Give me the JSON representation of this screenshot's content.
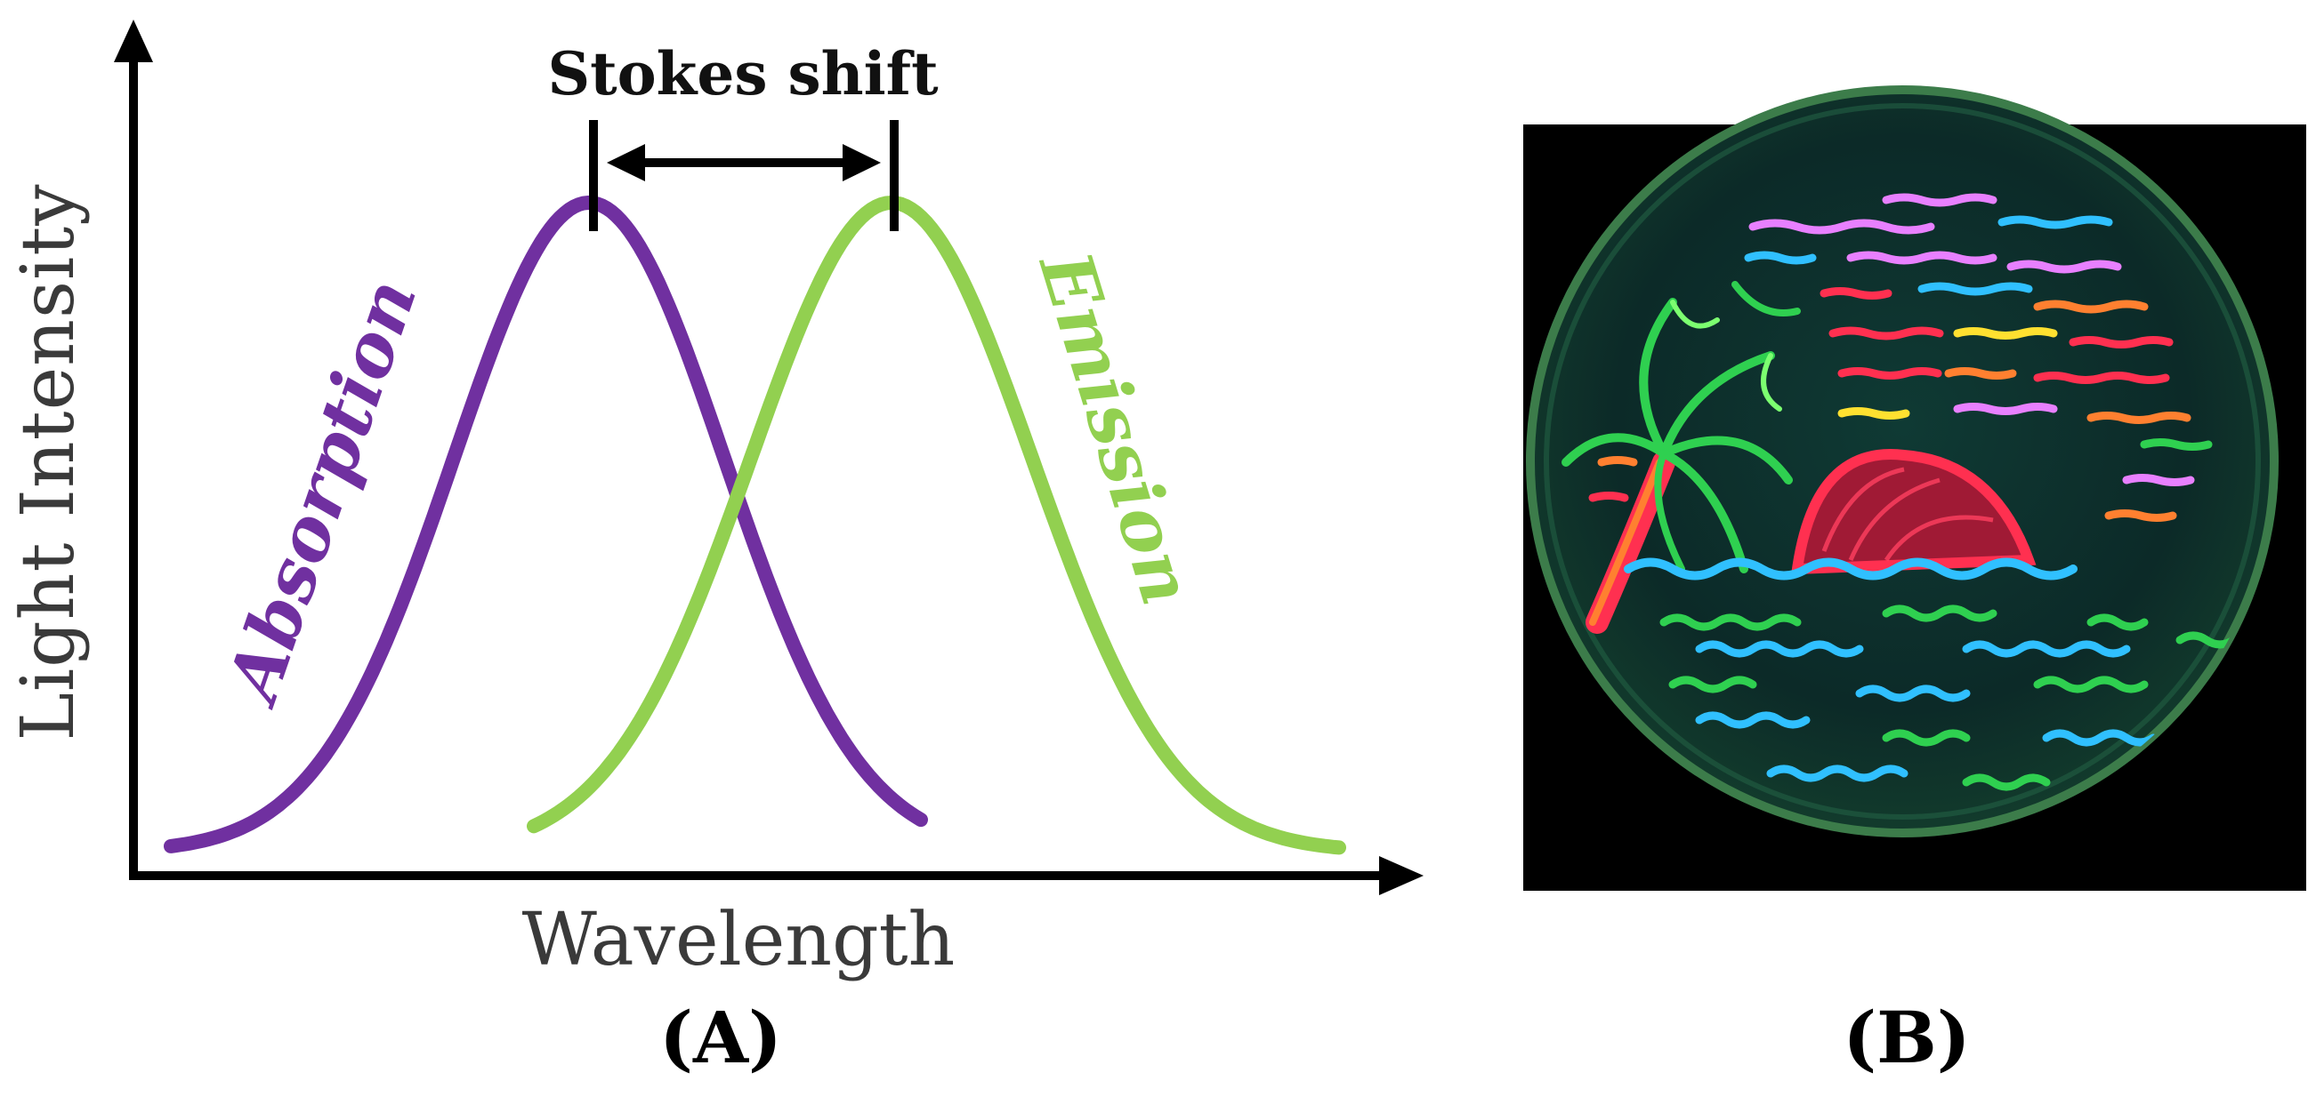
{
  "panel_a": {
    "y_axis_label": "Light Intensity",
    "x_axis_label": "Wavelength",
    "stokes_shift_label": "Stokes shift",
    "absorption_label": "Absorption",
    "emission_label": "Emission",
    "absorption_color": "#7030a0",
    "emission_color": "#92d050",
    "caption": "(A)"
  },
  "panel_b": {
    "caption": "(B)",
    "background_color": "#000000",
    "stripe_colors": [
      "#e880ff",
      "#ff3050",
      "#2fd050",
      "#30c0ff",
      "#ffe030",
      "#ff8030"
    ]
  }
}
